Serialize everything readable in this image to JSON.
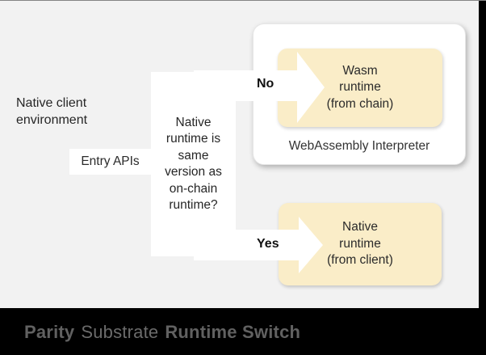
{
  "colors": {
    "background": "#f2f2f2",
    "footer_bar": "#000000",
    "card_white": "#ffffff",
    "runtime_box_yellow": "#faedc8",
    "body_text": "#262626",
    "footer_text": "#616161"
  },
  "diagram": {
    "environment": {
      "lines": [
        "Native client",
        "environment"
      ]
    },
    "entry_apis": "Entry APIs",
    "question": {
      "lines": [
        "Native",
        "runtime is",
        "same",
        "version as",
        "on-chain",
        "runtime?"
      ]
    },
    "branch_no": "No",
    "branch_yes": "Yes",
    "wasm_card": {
      "label": "WebAssembly Interpreter",
      "box_lines": [
        "Wasm",
        "runtime",
        "(from chain)"
      ]
    },
    "native_box": {
      "lines": [
        "Native",
        "runtime",
        "(from client)"
      ]
    }
  },
  "footer": {
    "title_parts": [
      "Parity",
      "Substrate",
      "Runtime Switch"
    ]
  }
}
